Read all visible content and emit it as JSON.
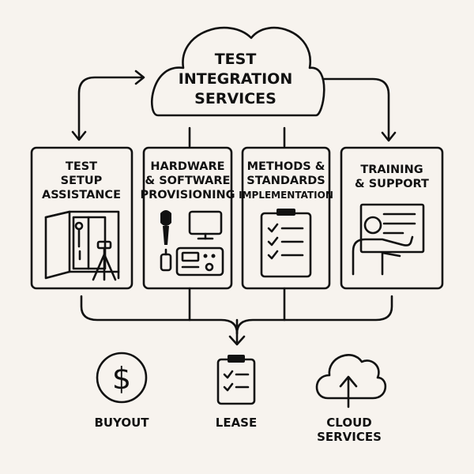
{
  "hub": {
    "lines": [
      "TEST",
      "INTEGRATION",
      "SERVICES"
    ]
  },
  "services": [
    {
      "lines": [
        "TEST",
        "SETUP",
        "ASSISTANCE"
      ],
      "icon": "test-booth-icon"
    },
    {
      "lines": [
        "HARDWARE",
        "& SOFTWARE",
        "PROVISIONING"
      ],
      "icon": "hardware-devices-icon"
    },
    {
      "lines": [
        "METHODS &",
        "STANDARDS",
        "IMPLEMENTATION"
      ],
      "icon": "checklist-clipboard-icon"
    },
    {
      "lines": [
        "TRAINING",
        "& SUPPORT"
      ],
      "icon": "presenter-icon"
    }
  ],
  "options": [
    {
      "lines": [
        "BUYOUT"
      ],
      "icon": "dollar-icon"
    },
    {
      "lines": [
        "LEASE"
      ],
      "icon": "clipboard-icon"
    },
    {
      "lines": [
        "CLOUD",
        "SERVICES"
      ],
      "icon": "cloud-upload-icon"
    }
  ],
  "colors": {
    "ink": "#111111",
    "background": "#f7f3ee"
  }
}
